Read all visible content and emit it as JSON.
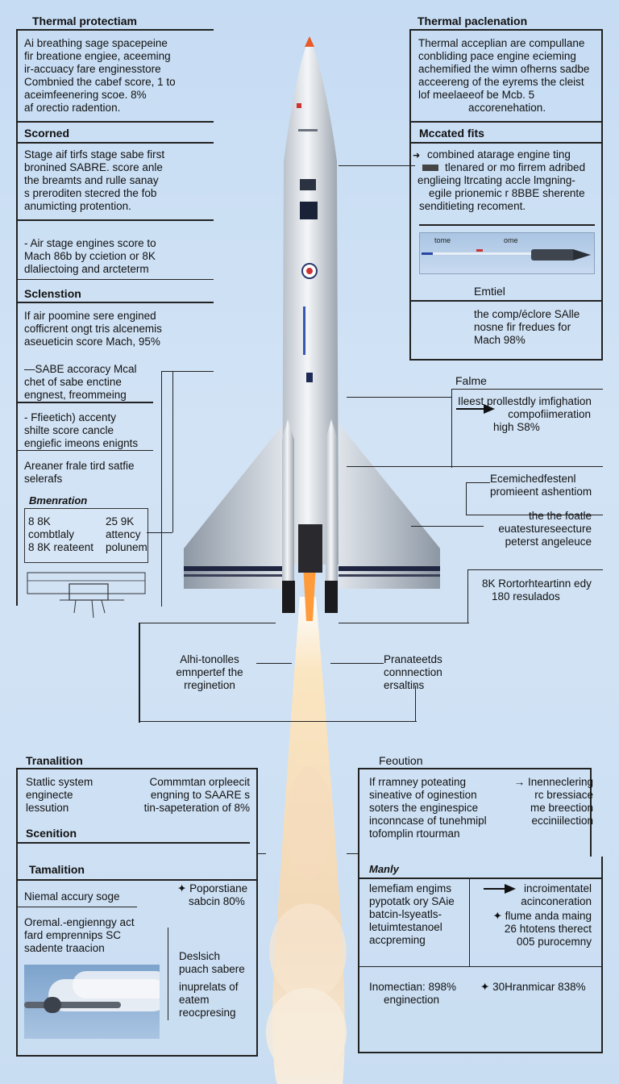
{
  "colors": {
    "background": "#cbdff4",
    "frame": "#222222",
    "flame": "#f4d6a6",
    "stripe": "#1f2540"
  },
  "left": {
    "thermal_heading": "Thermal protectiam",
    "thermal_text": [
      "Ai breathing sage spacepeine",
      "fir breatione engiee, aceeming",
      "ir-accuacy fare enginesstore",
      "Combnied the cabef score, 1 to",
      "aceimfeenering scoe. 8%",
      "af orectio radention."
    ],
    "scorned_heading": "Scorned",
    "scorned_text": [
      "Stage aif tirfs stage sabe first",
      "bronined SABRE. score anle",
      "the breamts and rulle sanay",
      "s preroditen stecred the fob",
      "anumicting protention."
    ],
    "air_stage_text": [
      "- Air stage engines score to",
      "Mach 86b by ccietion or 8K",
      "dlaliectoing and arcteterm"
    ],
    "sclenstion_heading": "Sclenstion",
    "sclenstion_text": [
      "If air poomine sere engined",
      "cofficrent ongt tris alcenemis",
      "aseueticin score Mach, 95%"
    ],
    "sabe_text": [
      "—SABE accoracy Mcal",
      "chet of sabe enctine",
      "engnest, freommeing"
    ],
    "fieetich_text": [
      "- Ffieetich) accenty",
      "shilte score cancle",
      "engiefic imeons enignts"
    ],
    "areaner_text": [
      "Areaner frale tird satfie",
      "selerafs"
    ],
    "bmenration_heading": "Bmenration",
    "table": {
      "c1": [
        "8 8K",
        "combtlaly",
        "8 8K reateent"
      ],
      "c2": [
        "25 9K",
        "attency",
        "polunem"
      ]
    }
  },
  "right": {
    "thermal_heading": "Thermal paclenation",
    "thermal_text": [
      "Thermal acceplian are compullane",
      "conbliding pace engine ecieming",
      "achemified the wimn ofherns sadbe",
      "acceereng of the eyrems the cleist",
      "lof meelaeeof be Mcb. 5",
      "accorenehation."
    ],
    "mccated_heading": "Mccated fits",
    "mccated_text": [
      "combined atarage engine ting",
      "tlenared or mo firrem adribed",
      "englieing ltrcating accle lmgning-",
      "egile prionemic r 8BBE sherente",
      "senditieting recoment."
    ],
    "missile_labels": [
      "tome",
      "ome"
    ],
    "emtiel_heading": "Emtiel",
    "emtiel_text": [
      "the comp/éclore SAlle",
      "nosne fir fredues for",
      "Mach 98%"
    ],
    "falme_heading": "Falme",
    "falme_text": [
      "Ileest prollestdly imfighation",
      "compofiimeration",
      "high S8%"
    ],
    "ecemiched_text": [
      "Ecemichedfestenl",
      "promieent ashentiom"
    ],
    "foatle_text": [
      "the the foatle",
      "euatestureseecture",
      "peterst angeleuce"
    ],
    "rorton_text": [
      "8K Rortorhteartinn edy",
      "180 resulados"
    ]
  },
  "center": {
    "left_label": [
      "Alhi-tonolles",
      "emnpertef the",
      "rreginetion"
    ],
    "right_label": [
      "Pranateetds",
      "connnection",
      "ersaltins"
    ]
  },
  "bottom_left": {
    "tranalition_heading": "Tranalition",
    "static_text": [
      "Statlic system",
      "enginecte",
      "lessution"
    ],
    "common_text": [
      "Commmtan orpleecit",
      "engning to SAARE s",
      "tin-sapeteration of 8%"
    ],
    "scenition_heading": "Scenition",
    "tamalition_heading": "Tamalition",
    "niemal_text": "Niemal accury soge",
    "poporstiane_text": [
      "Poporstiane",
      "sabcin 80%"
    ],
    "oremal_text": [
      "Oremal.-engienngy act",
      "fard emprennips SC",
      "sadente traacion"
    ],
    "deslsich_text": [
      "Deslsich",
      "puach sabere",
      "inuprelats of",
      "eatem",
      "reocpresing"
    ]
  },
  "bottom_right": {
    "feoution_heading": "Feoution",
    "if_text": [
      "If rramney poteating",
      "sineative of oginestion",
      "soters the enginespice",
      "inconncase of tunehmipl",
      "tofomplin rtourman"
    ],
    "inenne_text": [
      "Inenneclering",
      "rc bressiace",
      "me breection",
      "ecciniilection"
    ],
    "manly_heading": "Manly",
    "lemefiam_text": [
      "lemefiam engims",
      "pypotatk ory SAie",
      "batcin-lsyeatls-",
      "letuimtestanoel",
      "accpreming"
    ],
    "incro_text": [
      "incroimentatel",
      "acinconeration"
    ],
    "flume_text": [
      "flume anda maing",
      "26 htotens therect",
      "005 purocemny"
    ],
    "inomection_text": [
      "Inomectian: 898%",
      "enginection"
    ],
    "final_text": "30Hranmicar 838%"
  }
}
